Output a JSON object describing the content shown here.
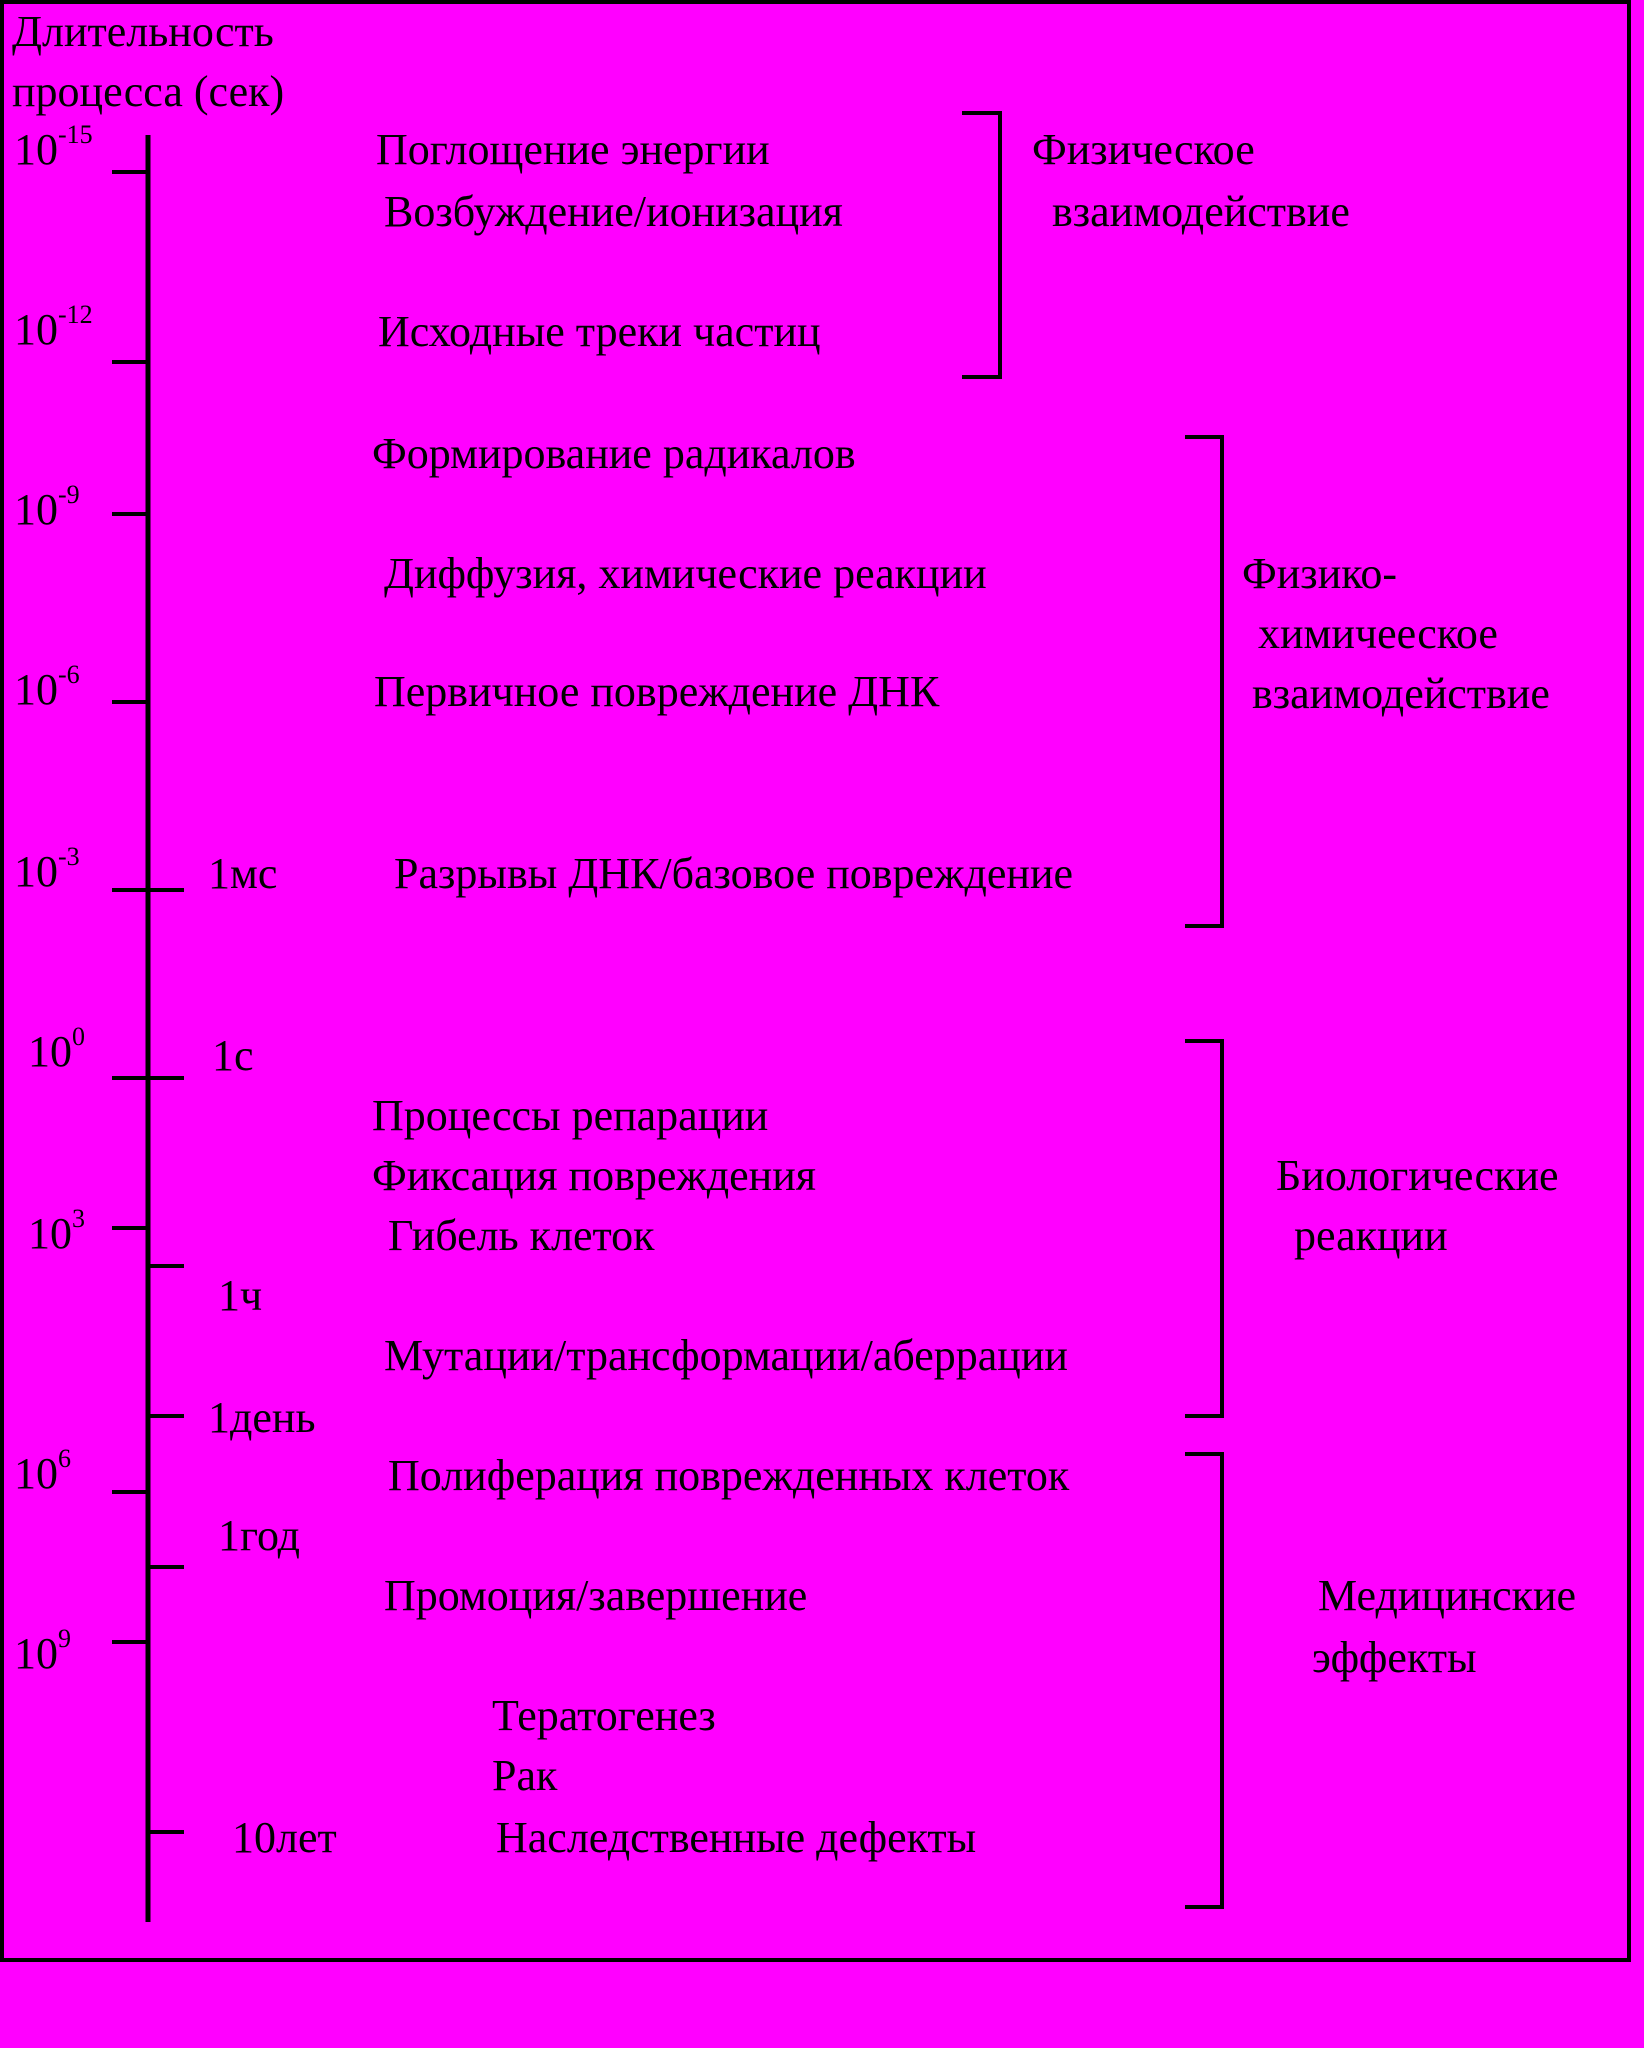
{
  "header": {
    "line1": "Длительность",
    "line2": "процесса (сек)"
  },
  "axis_ticks": [
    {
      "base": "10",
      "exp": "-15"
    },
    {
      "base": "10",
      "exp": "-12"
    },
    {
      "base": "10",
      "exp": "-9"
    },
    {
      "base": "10",
      "exp": "-6"
    },
    {
      "base": "10",
      "exp": "-3"
    },
    {
      "base": "10",
      "exp": "0"
    },
    {
      "base": "10",
      "exp": "3"
    },
    {
      "base": "10",
      "exp": "6"
    },
    {
      "base": "10",
      "exp": "9"
    }
  ],
  "time_marks": [
    "1мс",
    "1с",
    "1ч",
    "1день",
    "1год",
    "10лет"
  ],
  "processes": [
    "Поглощение энергии",
    "Возбуждение/ионизация",
    "Исходные треки частиц",
    "Формирование радикалов",
    "Диффузия, химические реакции",
    "Первичное повреждение ДНК",
    "Разрывы ДНК/базовое повреждение",
    "Процессы репарации",
    "Фиксация повреждения",
    "Гибель клеток",
    "Мутации/трансформации/аберрации",
    "Полиферация поврежденных клеток",
    "Промоция/завершение",
    "Тератогенез",
    "Рак",
    "Наследственные дефекты"
  ],
  "stages": [
    {
      "line1": "Физическое",
      "line2": "взаимодействие"
    },
    {
      "line1": "Физико-",
      "line2": "химичееское",
      "line3": "взаимодействие"
    },
    {
      "line1": "Биологические",
      "line2": "реакции"
    },
    {
      "line1": "Медицинские",
      "line2": "эффекты"
    }
  ]
}
